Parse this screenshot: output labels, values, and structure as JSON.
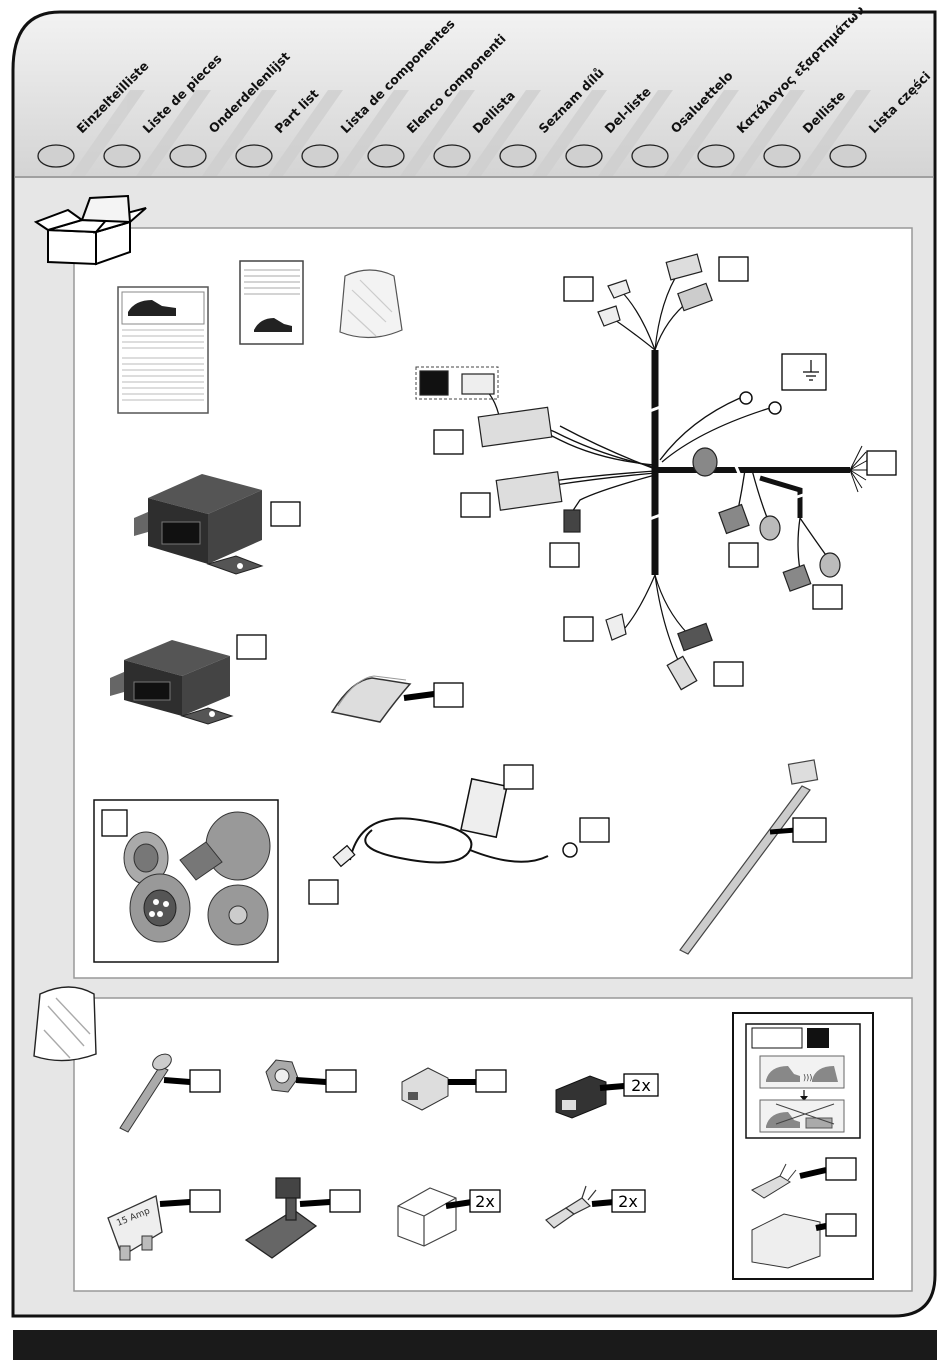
{
  "languages": [
    {
      "label": "Einzelteilliste"
    },
    {
      "label": "Liste de pieces"
    },
    {
      "label": "Onderdelenlijst"
    },
    {
      "label": "Part list"
    },
    {
      "label": "Lista de componentes"
    },
    {
      "label": "Elenco componenti"
    },
    {
      "label": "Dellista"
    },
    {
      "label": "Seznam dílů"
    },
    {
      "label": "Del-liste"
    },
    {
      "label": "Osaluettelo"
    },
    {
      "label": "Κατάλογος εξαρτημάτων"
    },
    {
      "label": "Delliste"
    },
    {
      "label": "Lista części"
    }
  ],
  "hardware": {
    "quantity_2x": "2x",
    "fuse_rating": "15 Amp"
  }
}
